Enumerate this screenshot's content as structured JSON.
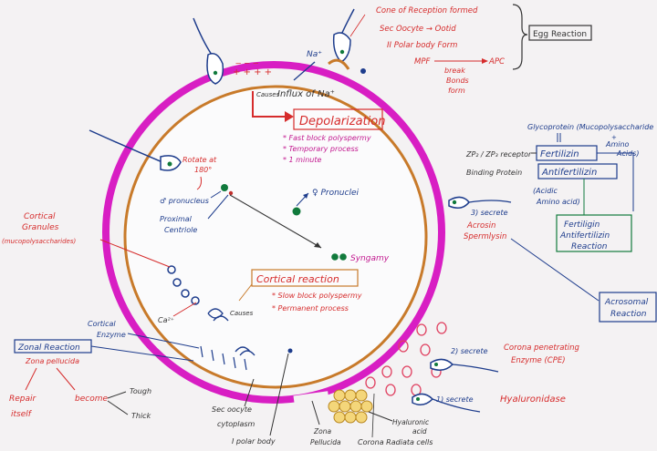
{
  "egg_reaction": {
    "items": [
      "Cone of Reception formed",
      "Sec Oocyte → Ootid",
      "II Polar body Form"
    ],
    "mpf_left": "MPF",
    "mpf_right": "APC",
    "mpf_sub": [
      "break",
      "Bonds",
      "form"
    ],
    "title": "Egg Reaction"
  },
  "center": {
    "na_plus": "Na⁺",
    "influx": "Influx of Na⁺",
    "causes": "Causes",
    "depolarization": "Depolarization",
    "depol_points": [
      "* Fast block polyspermy",
      "* Temporary process",
      "* 1 minute"
    ]
  },
  "left": {
    "rotate": [
      "Rotate at",
      "180°"
    ],
    "male_pronucleus": "♂ pronucleus",
    "proximal_centriole": [
      "Proximal",
      "Centriole"
    ],
    "pronuclei": "♀ Pronuclei",
    "syngamy": "Syngamy",
    "cortical_granules": [
      "Cortical",
      "Granules"
    ],
    "cortical_granules_sub": "(mucopolysaccharides)",
    "ca": "Ca²⁺",
    "cortical_enzyme": [
      "Cortical",
      "Enzyme"
    ],
    "causes2": "Causes",
    "zonal_reaction": "Zonal Reaction",
    "zona_pellucida": "Zona pellucida",
    "repair": [
      "Repair",
      "itself"
    ],
    "become": "become",
    "tough": "Tough",
    "thick": "Thick"
  },
  "cortical_reaction": {
    "title": "Cortical reaction",
    "points": [
      "* Slow block polyspermy",
      "* Permanent process"
    ]
  },
  "right": {
    "glycoprotein": "Glycoprotein (Mucopolysaccharide",
    "amino_acid": [
      "+",
      "Amino",
      "Acids)"
    ],
    "zp_receptor": "ZP₂ / ZP₃ receptor",
    "fertilizin": "Fertilizin",
    "binding_protein": "Binding Protein",
    "antifertilizin": "Antifertilizin",
    "acidic": [
      "(Acidic",
      "Amino acid)"
    ],
    "fert_anti": [
      "Fertiligin",
      "Antifertilizin",
      "Reaction"
    ],
    "secrete3": "3) secrete",
    "acrosin": [
      "Acrosin",
      "Spermlysin"
    ],
    "acrosomal": [
      "Acrosomal",
      "Reaction"
    ],
    "secrete2": "2) secrete",
    "corona_enzyme": [
      "Corona penetrating",
      "Enzyme (CPE)"
    ],
    "secrete1": "1) secrete",
    "hyaluronidase": "Hyaluronidase"
  },
  "bottom": {
    "sec_oocyte": [
      "Sec oocyte",
      "cytoplasm"
    ],
    "polar_body": "I polar body",
    "zona": [
      "Zona",
      "Pellucida"
    ],
    "hyaluronic": [
      "Hyaluronic",
      "acid"
    ],
    "corona": "Corona Radiata cells"
  }
}
